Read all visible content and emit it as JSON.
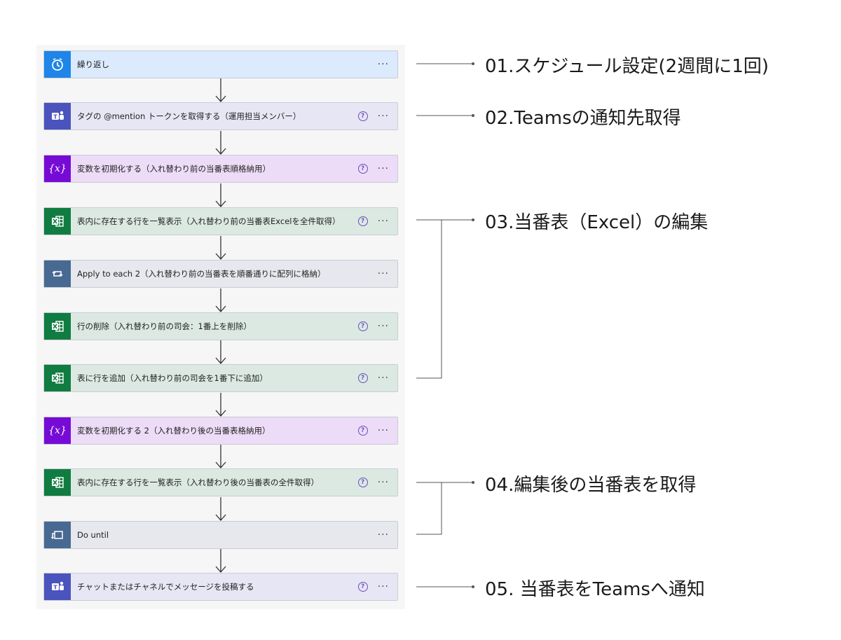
{
  "steps": [
    {
      "label": "繰り返し",
      "icon": "recurrence-icon",
      "help": false,
      "more": "···"
    },
    {
      "label": "タグの @mention トークンを取得する（運用担当メンバー）",
      "icon": "teams-icon",
      "help": true,
      "more": "···"
    },
    {
      "label": "変数を初期化する（入れ替わり前の当番表順格納用）",
      "icon": "variable-icon",
      "help": true,
      "more": "···"
    },
    {
      "label": "表内に存在する行を一覧表示（入れ替わり前の当番表Excelを全件取得）",
      "icon": "excel-icon",
      "help": true,
      "more": "···"
    },
    {
      "label": "Apply to each 2（入れ替わり前の当番表を順番通りに配列に格納）",
      "icon": "loop-icon",
      "help": false,
      "more": "···"
    },
    {
      "label": "行の削除（入れ替わり前の司会：1番上を削除）",
      "icon": "excel-icon",
      "help": true,
      "more": "···"
    },
    {
      "label": "表に行を追加（入れ替わり前の司会を1番下に追加）",
      "icon": "excel-icon",
      "help": true,
      "more": "···"
    },
    {
      "label": "変数を初期化する 2（入れ替わり後の当番表格納用）",
      "icon": "variable-icon",
      "help": true,
      "more": "···"
    },
    {
      "label": "表内に存在する行を一覧表示（入れ替わり後の当番表の全件取得）",
      "icon": "excel-icon",
      "help": true,
      "more": "···"
    },
    {
      "label": "Do until",
      "icon": "do-until-icon",
      "help": false,
      "more": "···"
    },
    {
      "label": "チャットまたはチャネルでメッセージを投稿する",
      "icon": "teams-icon",
      "help": true,
      "more": "···"
    }
  ],
  "help_glyph": "?",
  "annotations": [
    {
      "text": "01.スケジュール設定(2週間に1回)"
    },
    {
      "text": "02.Teamsの通知先取得"
    },
    {
      "text": "03.当番表（Excel）の編集"
    },
    {
      "text": "04.編集後の当番表を取得"
    },
    {
      "text": "05. 当番表をTeamsへ通知"
    }
  ],
  "variable_glyph": "{x}",
  "colors": {
    "recurrence": "#1f85e8",
    "teams": "#4b53bc",
    "variable": "#770bd6",
    "excel": "#107c41",
    "control": "#486991"
  }
}
